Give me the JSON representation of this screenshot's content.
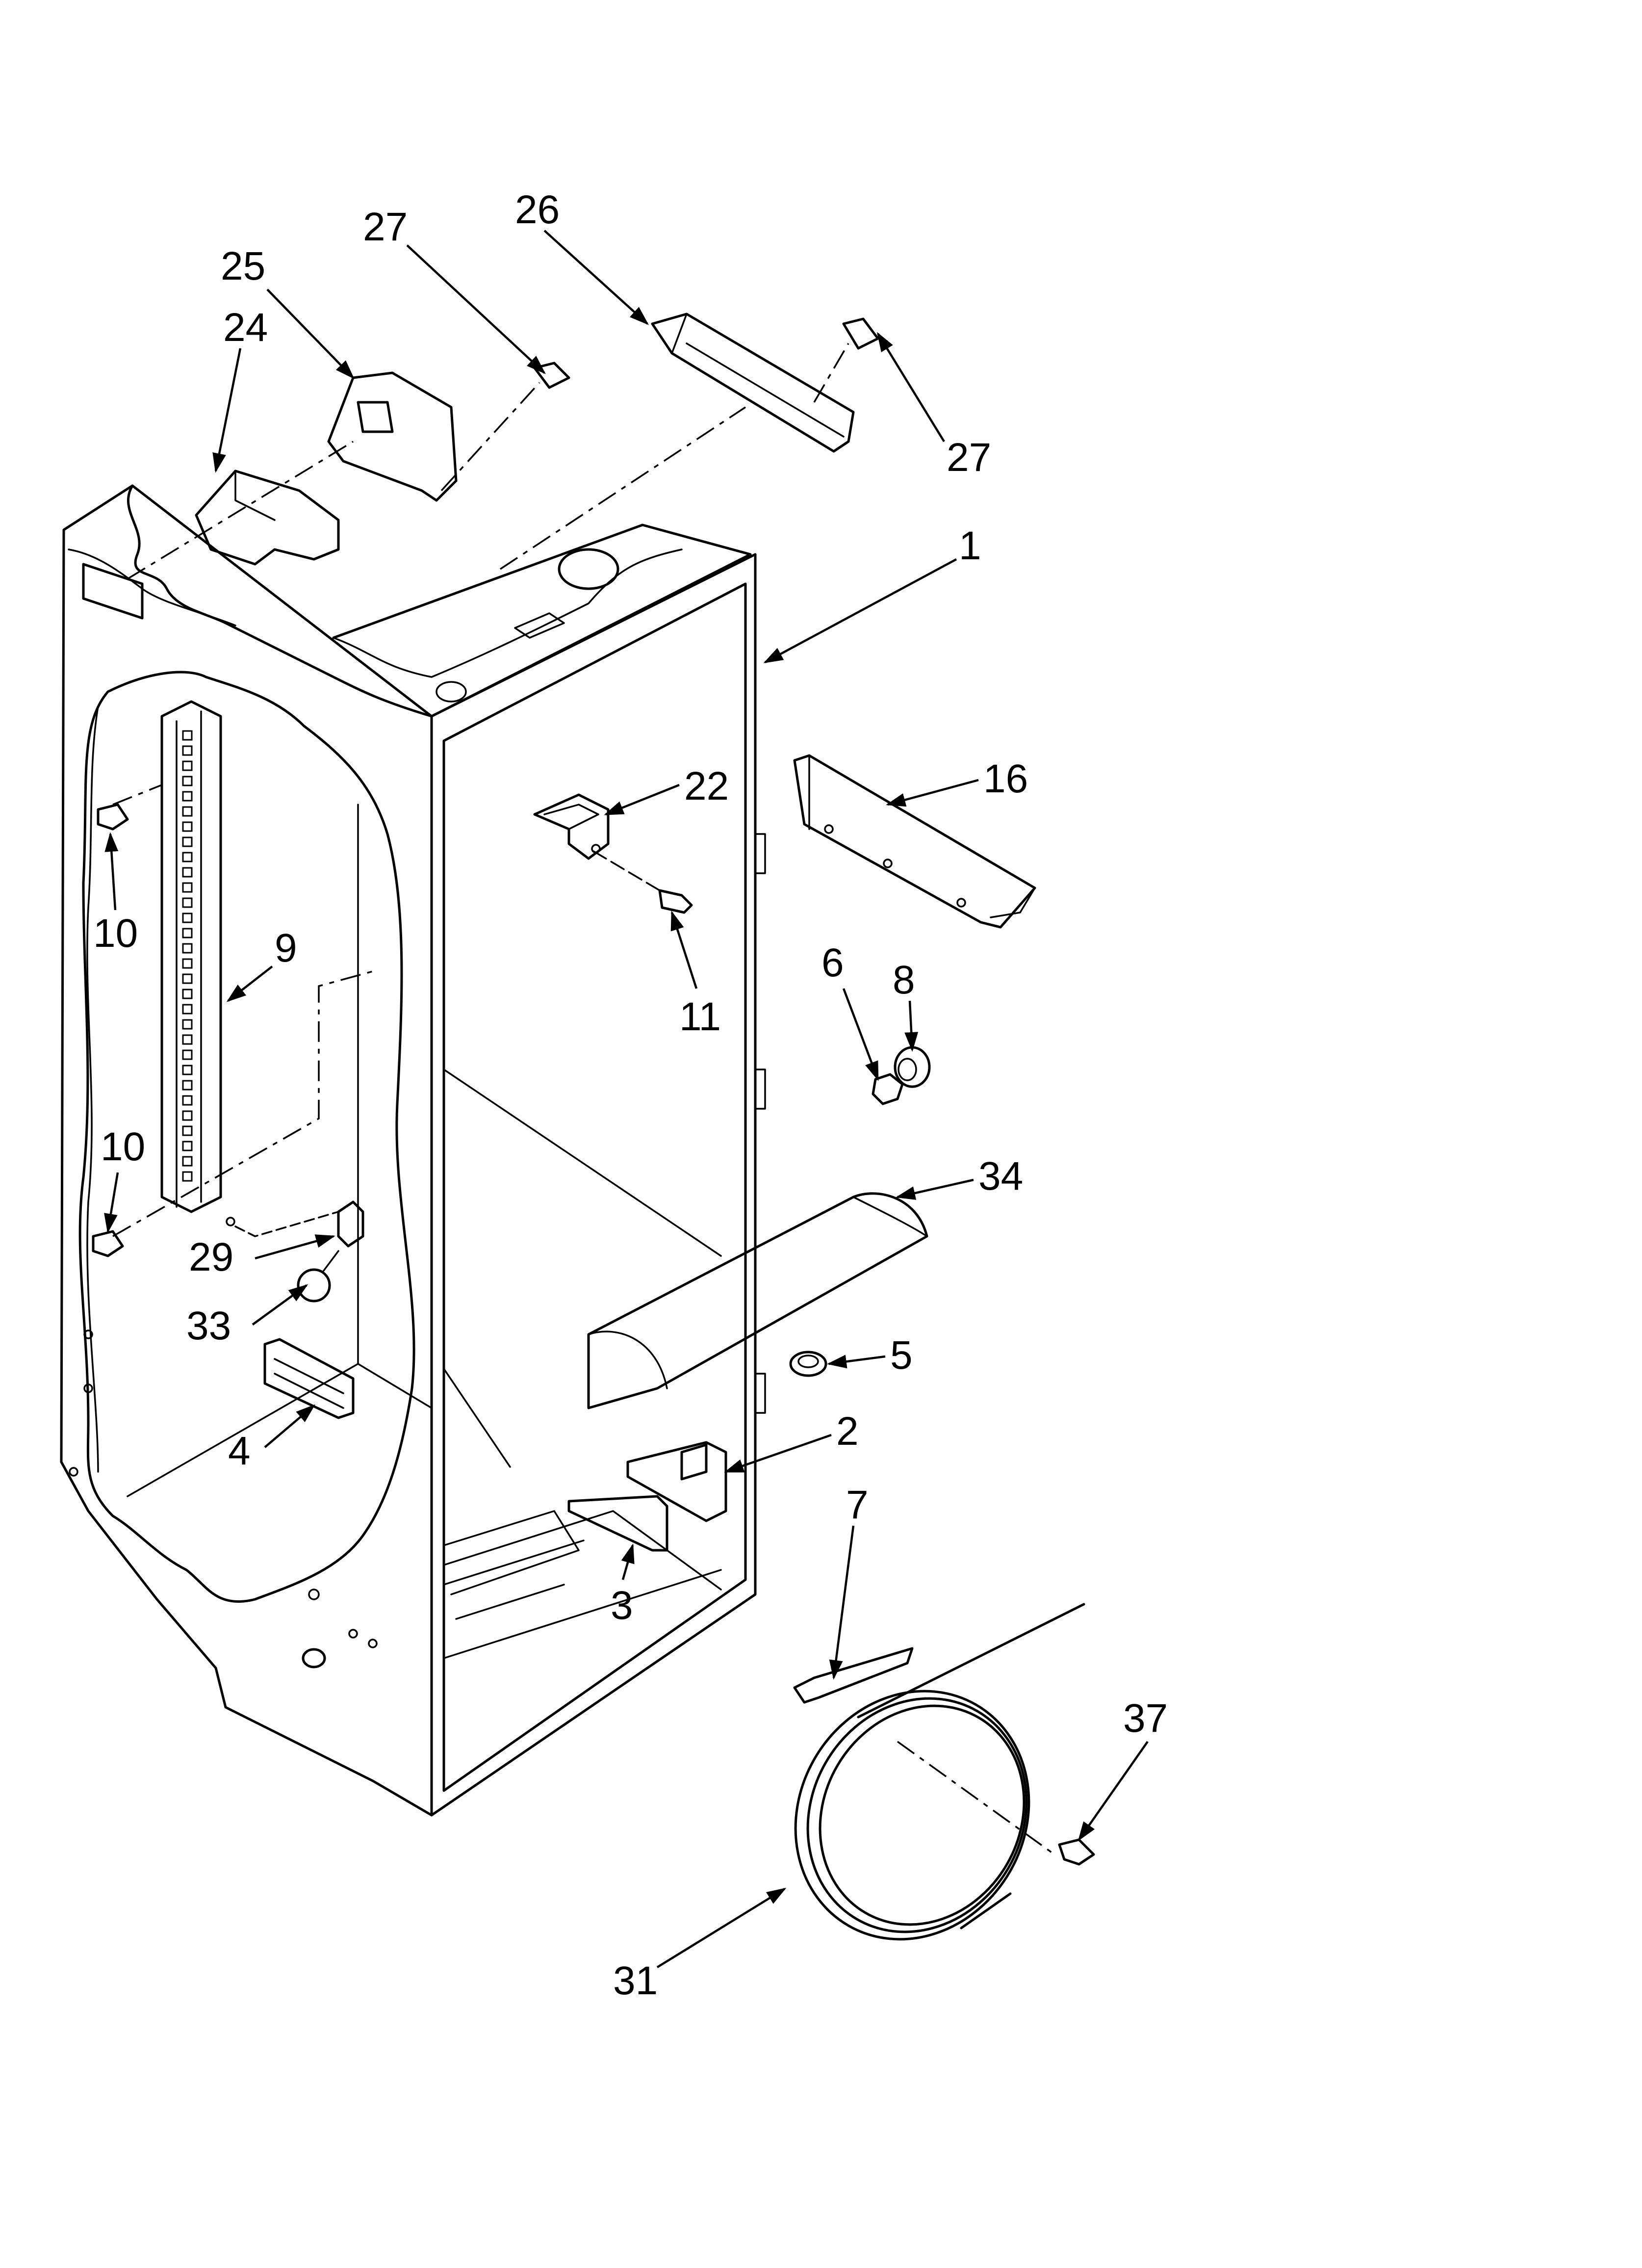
{
  "diagram": {
    "callouts": [
      {
        "id": "c27a",
        "label": "27"
      },
      {
        "id": "c26",
        "label": "26"
      },
      {
        "id": "c25",
        "label": "25"
      },
      {
        "id": "c24",
        "label": "24"
      },
      {
        "id": "c27b",
        "label": "27"
      },
      {
        "id": "c1",
        "label": "1"
      },
      {
        "id": "c22",
        "label": "22"
      },
      {
        "id": "c16",
        "label": "16"
      },
      {
        "id": "c10a",
        "label": "10"
      },
      {
        "id": "c9",
        "label": "9"
      },
      {
        "id": "c11",
        "label": "11"
      },
      {
        "id": "c6",
        "label": "6"
      },
      {
        "id": "c8",
        "label": "8"
      },
      {
        "id": "c10b",
        "label": "10"
      },
      {
        "id": "c34",
        "label": "34"
      },
      {
        "id": "c29",
        "label": "29"
      },
      {
        "id": "c33",
        "label": "33"
      },
      {
        "id": "c5",
        "label": "5"
      },
      {
        "id": "c4",
        "label": "4"
      },
      {
        "id": "c2",
        "label": "2"
      },
      {
        "id": "c3",
        "label": "3"
      },
      {
        "id": "c7",
        "label": "7"
      },
      {
        "id": "c37",
        "label": "37"
      },
      {
        "id": "c31",
        "label": "31"
      }
    ]
  }
}
